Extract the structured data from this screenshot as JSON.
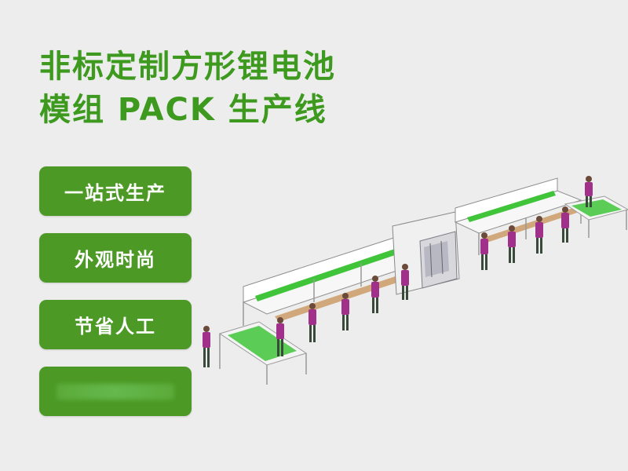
{
  "title": {
    "line1": "非标定制方形锂电池",
    "line2": "模组 PACK 生产线"
  },
  "features": [
    {
      "label": "一站式生产"
    },
    {
      "label": "外观时尚"
    },
    {
      "label": "节省人工"
    },
    {
      "label": ""
    }
  ],
  "colors": {
    "title_green": "#3d9a1f",
    "button_green": "#4c9a25",
    "conveyor_green": "#3fc43a",
    "worker_shirt": "#a0308a"
  }
}
